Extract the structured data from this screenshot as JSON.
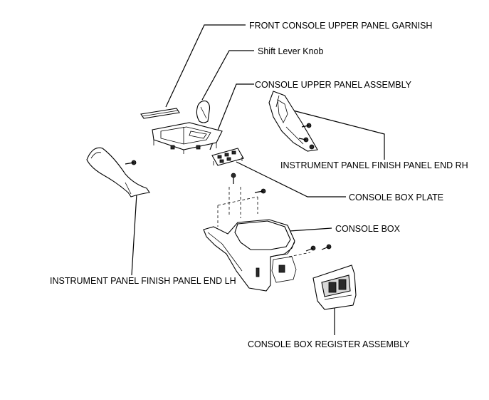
{
  "labels": {
    "front_console_upper_panel_garnish": "FRONT CONSOLE UPPER PANEL GARNISH",
    "shift_lever_knob": "Shift Lever Knob",
    "console_upper_panel_assembly": "CONSOLE UPPER PANEL ASSEMBLY",
    "instrument_panel_finish_panel_end_rh": "INSTRUMENT PANEL FINISH PANEL END RH",
    "console_box_plate": "CONSOLE BOX PLATE",
    "console_box": "CONSOLE BOX",
    "instrument_panel_finish_panel_end_lh": "INSTRUMENT PANEL FINISH PANEL END LH",
    "console_box_register_assembly": "CONSOLE BOX REGISTER ASSEMBLY"
  }
}
